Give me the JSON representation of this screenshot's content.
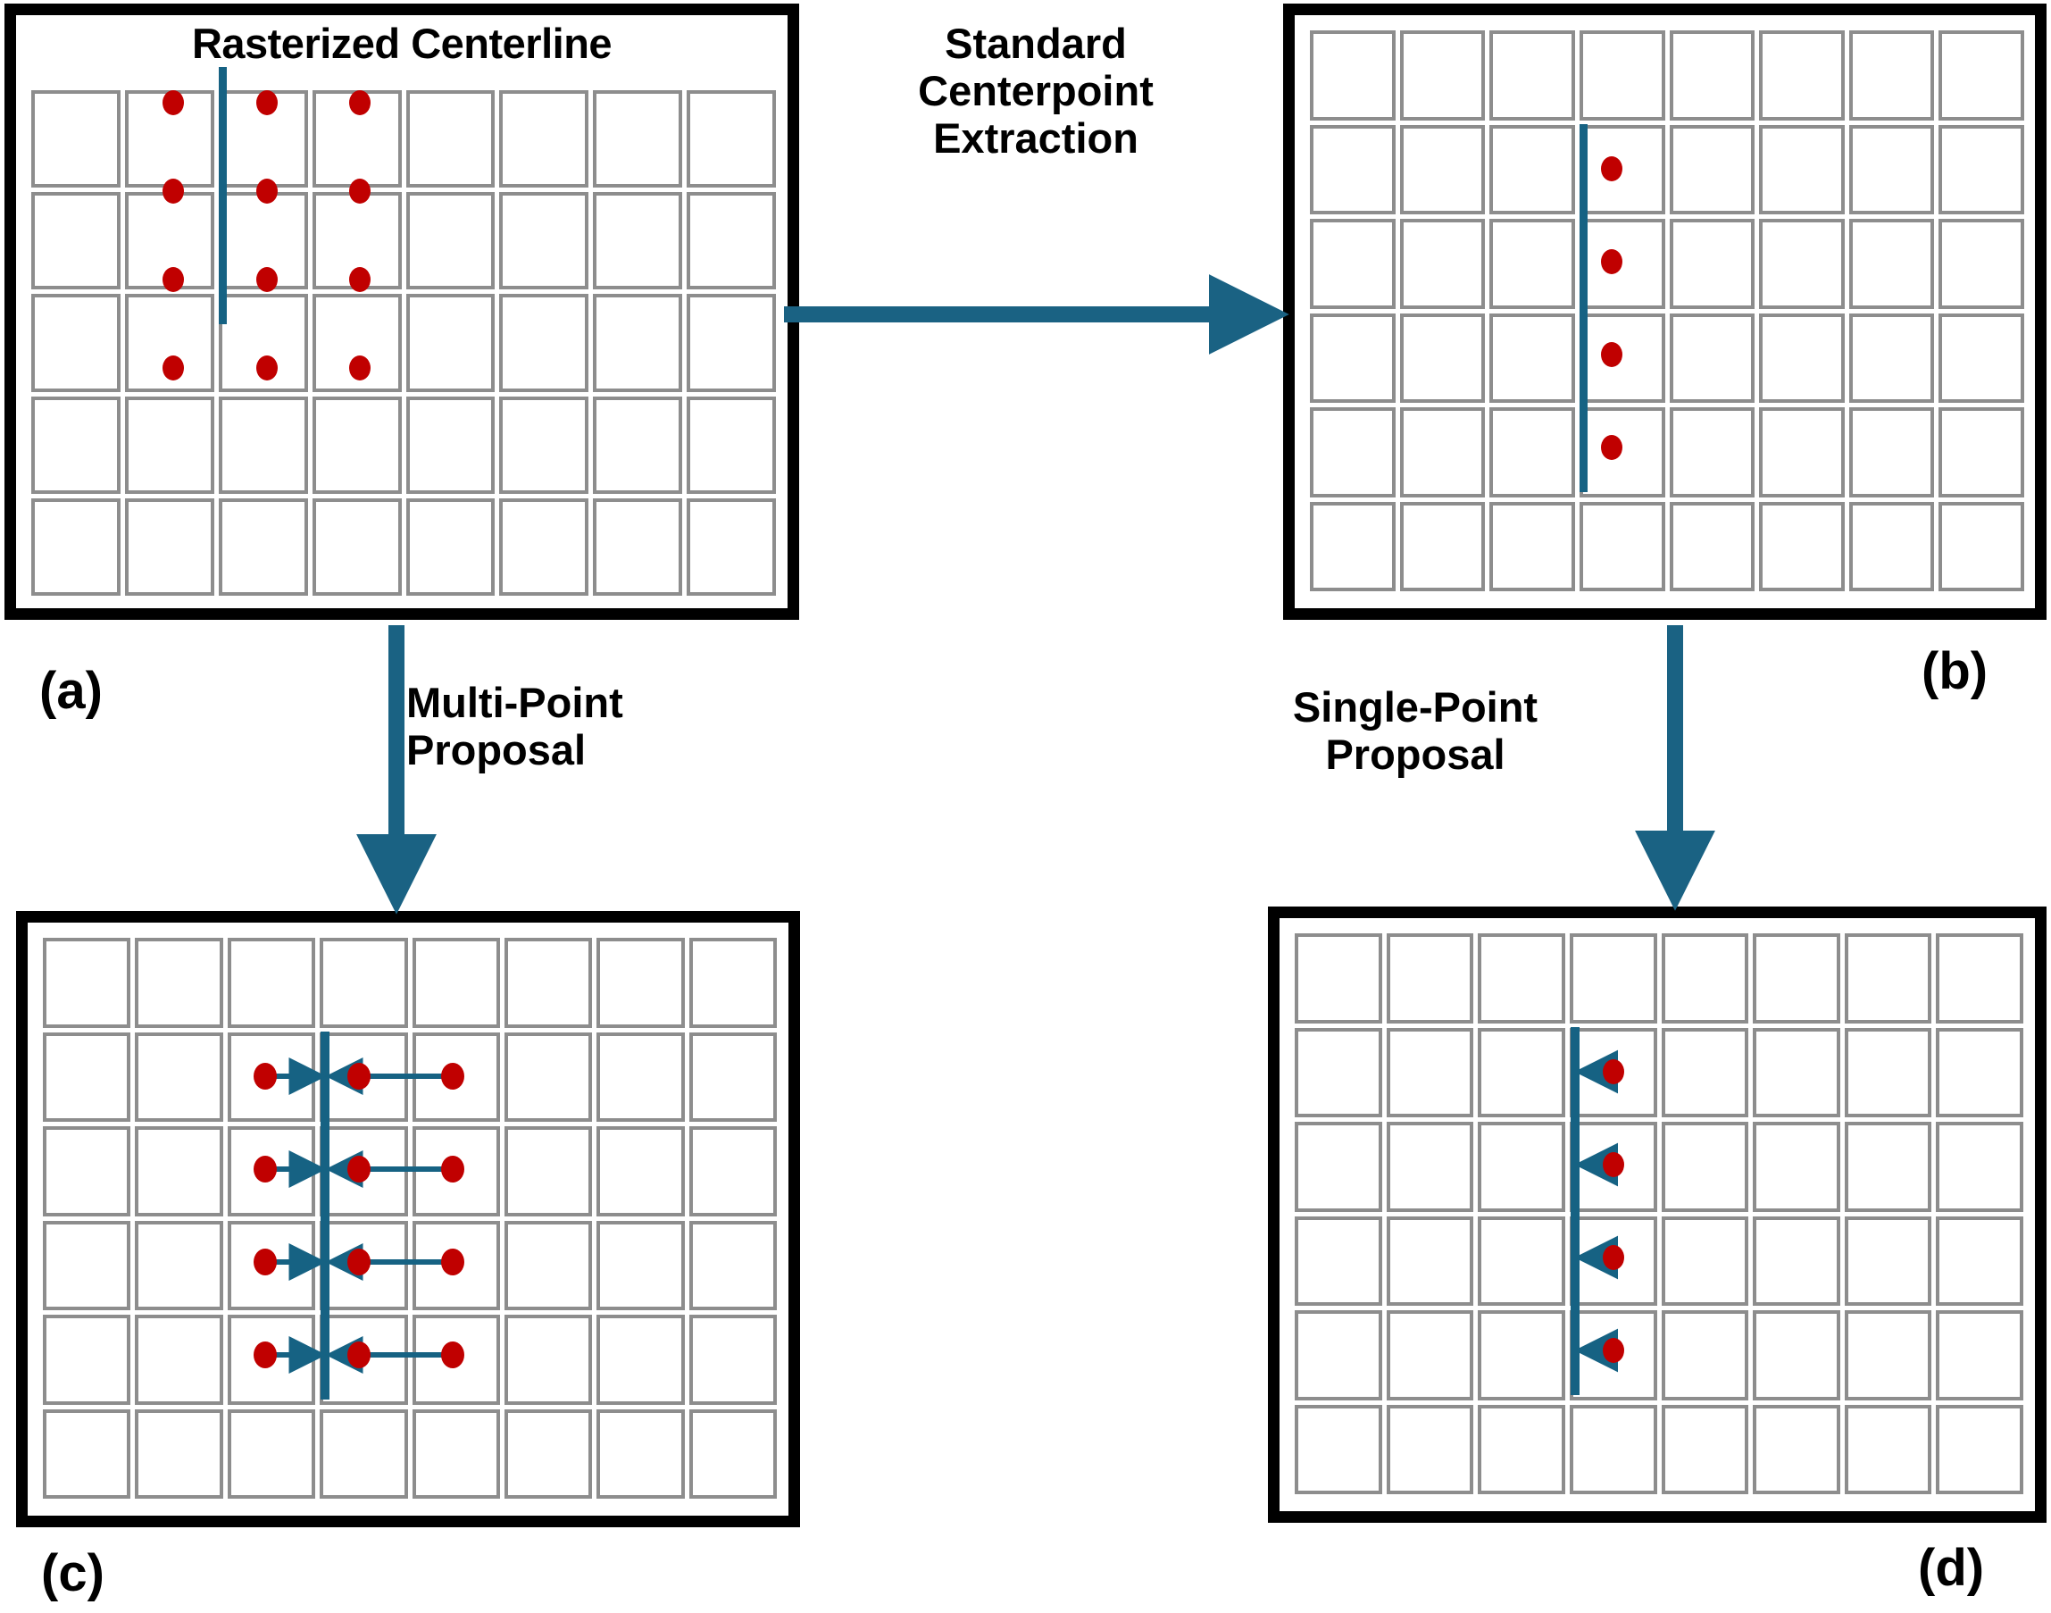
{
  "colors": {
    "panel_border": "#000000",
    "grid_cell_border": "#8d8d8d",
    "centerline_blue": "#166283",
    "dot_red": "#c00000",
    "background": "#ffffff"
  },
  "panels": {
    "a": {
      "caption": "(a)",
      "title": "Rasterized Centerline",
      "grid": {
        "rows": 5,
        "cols": 8
      },
      "centerline_column": 4,
      "dot_rows": [
        1,
        2,
        3,
        4
      ],
      "dot_columns": [
        3,
        4,
        5
      ],
      "dot_count": 12,
      "description": "Rasterized centerline overlaid on pixel grid with candidate centerpoints on both sides"
    },
    "b": {
      "caption": "(b)",
      "title": "",
      "grid": {
        "rows": 6,
        "cols": 8
      },
      "centerline_column": 4,
      "dot_rows": [
        2,
        3,
        4,
        5
      ],
      "dot_columns": [
        4
      ],
      "dot_count": 4,
      "description": "Standard centerpoint extraction result: one point per row, right of centerline"
    },
    "c": {
      "caption": "(c)",
      "title": "",
      "grid": {
        "rows": 6,
        "cols": 8
      },
      "centerline_column": 4,
      "dot_rows": [
        2,
        3,
        4,
        5
      ],
      "dot_columns": [
        3,
        4,
        5
      ],
      "dot_count": 12,
      "arrows_per_row": 2,
      "description": "Multi-point proposal: arrows from multiple candidate points converging on the centerline"
    },
    "d": {
      "caption": "(d)",
      "title": "",
      "grid": {
        "rows": 6,
        "cols": 8
      },
      "centerline_column": 4,
      "dot_rows": [
        2,
        3,
        4,
        5
      ],
      "dot_columns": [
        4
      ],
      "dot_count": 4,
      "arrows_per_row": 1,
      "description": "Single-point proposal: one arrow per row from the single candidate to the centerline"
    }
  },
  "flow": {
    "a_to_b": {
      "label": "Standard\nCenterpoint\nExtraction",
      "direction": "right"
    },
    "a_to_c": {
      "label": "Multi-Point\nProposal",
      "direction": "down"
    },
    "b_to_d": {
      "label": "Single-Point\nProposal",
      "direction": "down"
    }
  },
  "chart_data": {
    "type": "diagram",
    "title": "Centerpoint proposal strategies on a rasterized centerline",
    "panels": [
      {
        "id": "a",
        "caption": "(a)",
        "title": "Rasterized Centerline",
        "grid_rows": 5,
        "grid_cols": 8,
        "centerline_col": 4,
        "points": [
          {
            "row": 1,
            "col": 3
          },
          {
            "row": 1,
            "col": 4
          },
          {
            "row": 1,
            "col": 5
          },
          {
            "row": 2,
            "col": 3
          },
          {
            "row": 2,
            "col": 4
          },
          {
            "row": 2,
            "col": 5
          },
          {
            "row": 3,
            "col": 3
          },
          {
            "row": 3,
            "col": 4
          },
          {
            "row": 3,
            "col": 5
          },
          {
            "row": 4,
            "col": 3
          },
          {
            "row": 4,
            "col": 4
          },
          {
            "row": 4,
            "col": 5
          }
        ],
        "arrows": []
      },
      {
        "id": "b",
        "caption": "(b)",
        "grid_rows": 6,
        "grid_cols": 8,
        "centerline_col": 4,
        "points": [
          {
            "row": 2,
            "col": 4
          },
          {
            "row": 3,
            "col": 4
          },
          {
            "row": 4,
            "col": 4
          },
          {
            "row": 5,
            "col": 4
          }
        ],
        "arrows": []
      },
      {
        "id": "c",
        "caption": "(c)",
        "grid_rows": 6,
        "grid_cols": 8,
        "centerline_col": 4,
        "points": [
          {
            "row": 2,
            "col": 3
          },
          {
            "row": 2,
            "col": 4
          },
          {
            "row": 2,
            "col": 5
          },
          {
            "row": 3,
            "col": 3
          },
          {
            "row": 3,
            "col": 4
          },
          {
            "row": 3,
            "col": 5
          },
          {
            "row": 4,
            "col": 3
          },
          {
            "row": 4,
            "col": 4
          },
          {
            "row": 4,
            "col": 5
          },
          {
            "row": 5,
            "col": 3
          },
          {
            "row": 5,
            "col": 4
          },
          {
            "row": 5,
            "col": 5
          }
        ],
        "arrows": [
          {
            "row": 2,
            "from_col": 3,
            "to": "centerline",
            "direction": "right"
          },
          {
            "row": 2,
            "from_col": 5,
            "to": "centerline",
            "direction": "left"
          },
          {
            "row": 3,
            "from_col": 3,
            "to": "centerline",
            "direction": "right"
          },
          {
            "row": 3,
            "from_col": 5,
            "to": "centerline",
            "direction": "left"
          },
          {
            "row": 4,
            "from_col": 3,
            "to": "centerline",
            "direction": "right"
          },
          {
            "row": 4,
            "from_col": 5,
            "to": "centerline",
            "direction": "left"
          },
          {
            "row": 5,
            "from_col": 3,
            "to": "centerline",
            "direction": "right"
          },
          {
            "row": 5,
            "from_col": 5,
            "to": "centerline",
            "direction": "left"
          }
        ]
      },
      {
        "id": "d",
        "caption": "(d)",
        "grid_rows": 6,
        "grid_cols": 8,
        "centerline_col": 4,
        "points": [
          {
            "row": 2,
            "col": 4
          },
          {
            "row": 3,
            "col": 4
          },
          {
            "row": 4,
            "col": 4
          },
          {
            "row": 5,
            "col": 4
          }
        ],
        "arrows": [
          {
            "row": 2,
            "from_col": 4,
            "to": "centerline",
            "direction": "left"
          },
          {
            "row": 3,
            "from_col": 4,
            "to": "centerline",
            "direction": "left"
          },
          {
            "row": 4,
            "from_col": 4,
            "to": "centerline",
            "direction": "left"
          },
          {
            "row": 5,
            "from_col": 4,
            "to": "centerline",
            "direction": "left"
          }
        ]
      }
    ],
    "flow_edges": [
      {
        "from": "a",
        "to": "b",
        "label": "Standard Centerpoint Extraction"
      },
      {
        "from": "a",
        "to": "c",
        "label": "Multi-Point Proposal"
      },
      {
        "from": "b",
        "to": "d",
        "label": "Single-Point Proposal"
      }
    ]
  }
}
